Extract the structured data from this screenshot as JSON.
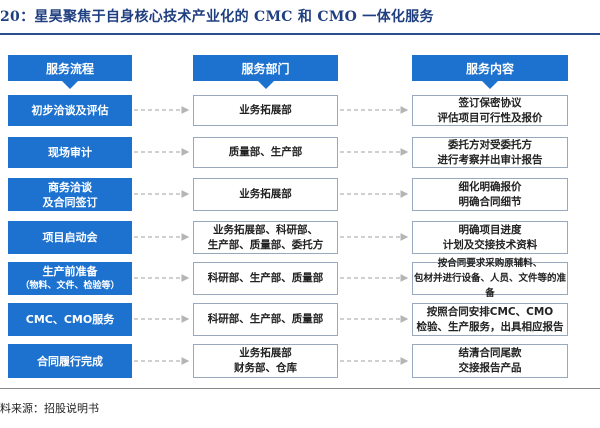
{
  "title": "20：星昊聚焦于自身核心技术产业化的 CMC 和 CMO 一体化服务",
  "headers": {
    "process": "服务流程",
    "department": "服务部门",
    "content": "服务内容"
  },
  "rows": [
    {
      "step": "初步洽谈及评估",
      "step_sub": "",
      "dept": [
        "业务拓展部"
      ],
      "service": [
        "签订保密协议",
        "评估项目可行性及报价"
      ]
    },
    {
      "step": "现场审计",
      "step_sub": "",
      "dept": [
        "质量部、生产部"
      ],
      "service": [
        "委托方对受委托方",
        "进行考察并出审计报告"
      ]
    },
    {
      "step": "商务洽谈",
      "step_line2": "及合同签订",
      "step_sub": "",
      "dept": [
        "业务拓展部"
      ],
      "service": [
        "细化明确报价",
        "明确合同细节"
      ]
    },
    {
      "step": "项目启动会",
      "step_sub": "",
      "dept": [
        "业务拓展部、科研部、",
        "生产部、质量部、委托方"
      ],
      "service": [
        "明确项目进度",
        "计划及交接技术资料"
      ]
    },
    {
      "step": "生产前准备",
      "step_sub": "（物料、文件、检验等）",
      "dept": [
        "科研部、生产部、质量部"
      ],
      "service": [
        "按合同要求采购原辅料、",
        "包材并进行设备、人员、文件等的准备"
      ]
    },
    {
      "step": "CMC、CMO服务",
      "step_sub": "",
      "dept": [
        "科研部、生产部、质量部"
      ],
      "service": [
        "按照合同安排CMC、CMO",
        "检验、生产服务，出具相应报告"
      ]
    },
    {
      "step": "合同履行完成",
      "step_sub": "",
      "dept": [
        "业务拓展部",
        "财务部、仓库"
      ],
      "service": [
        "结清合同尾款",
        "交接报告产品"
      ]
    }
  ],
  "source": "料来源：招股说明书",
  "colors": {
    "primary": "#1e72cf",
    "title": "#1f3f80",
    "box_border": "#9aa8bd"
  }
}
